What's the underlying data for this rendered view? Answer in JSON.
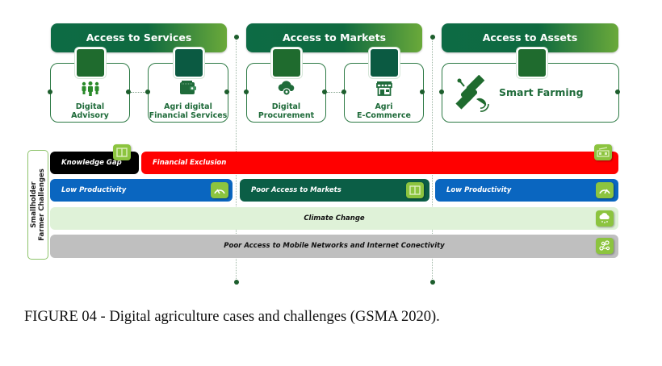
{
  "categories": [
    {
      "title": "Access to Services",
      "cards": [
        {
          "label_line1": "Digital",
          "label_line2": "Advisory",
          "icon": "people-group-icon"
        },
        {
          "label_line1": "Agri digital",
          "label_line2": "Financial Services",
          "icon": "wallet-icon"
        }
      ]
    },
    {
      "title": "Access to Markets",
      "cards": [
        {
          "label_line1": "Digital",
          "label_line2": "Procurement",
          "icon": "cloud-gear-icon"
        },
        {
          "label_line1": "Agri",
          "label_line2": "E-Commerce",
          "icon": "storefront-icon"
        }
      ]
    },
    {
      "title": "Access to Assets",
      "cards": [
        {
          "label": "Smart Farming",
          "icon": "satellite-icon"
        }
      ]
    }
  ],
  "side_label": {
    "line1": "Smallholder",
    "line2": "Farmer Challenges"
  },
  "challenges": {
    "row1": [
      {
        "label": "Knowledge Gap",
        "color": "#000000",
        "icon": "book-icon"
      },
      {
        "label": "Financial Exclusion",
        "color": "#ff0000",
        "icon": "cash-icon"
      }
    ],
    "row2": [
      {
        "label": "Low Productivity",
        "color": "#0a66c0",
        "icon": "gauge-icon"
      },
      {
        "label": "Poor Access to Markets",
        "color": "#0b5e46",
        "icon": "book-icon"
      },
      {
        "label": "Low Productivity",
        "color": "#0a66c0",
        "icon": "gauge-icon"
      }
    ],
    "row3": {
      "label": "Climate Change",
      "color": "#dff2d8",
      "icon": "cloud-rain-icon"
    },
    "row4": {
      "label": "Poor Access to Mobile Networks and Internet Conectivity",
      "color": "#bfbfbf",
      "icon": "network-icon"
    }
  },
  "caption": "FIGURE 04 - Digital agriculture cases and challenges (GSMA 2020).",
  "colors": {
    "brand_green": "#0f6a3f",
    "accent_lime": "#8cc43f"
  }
}
